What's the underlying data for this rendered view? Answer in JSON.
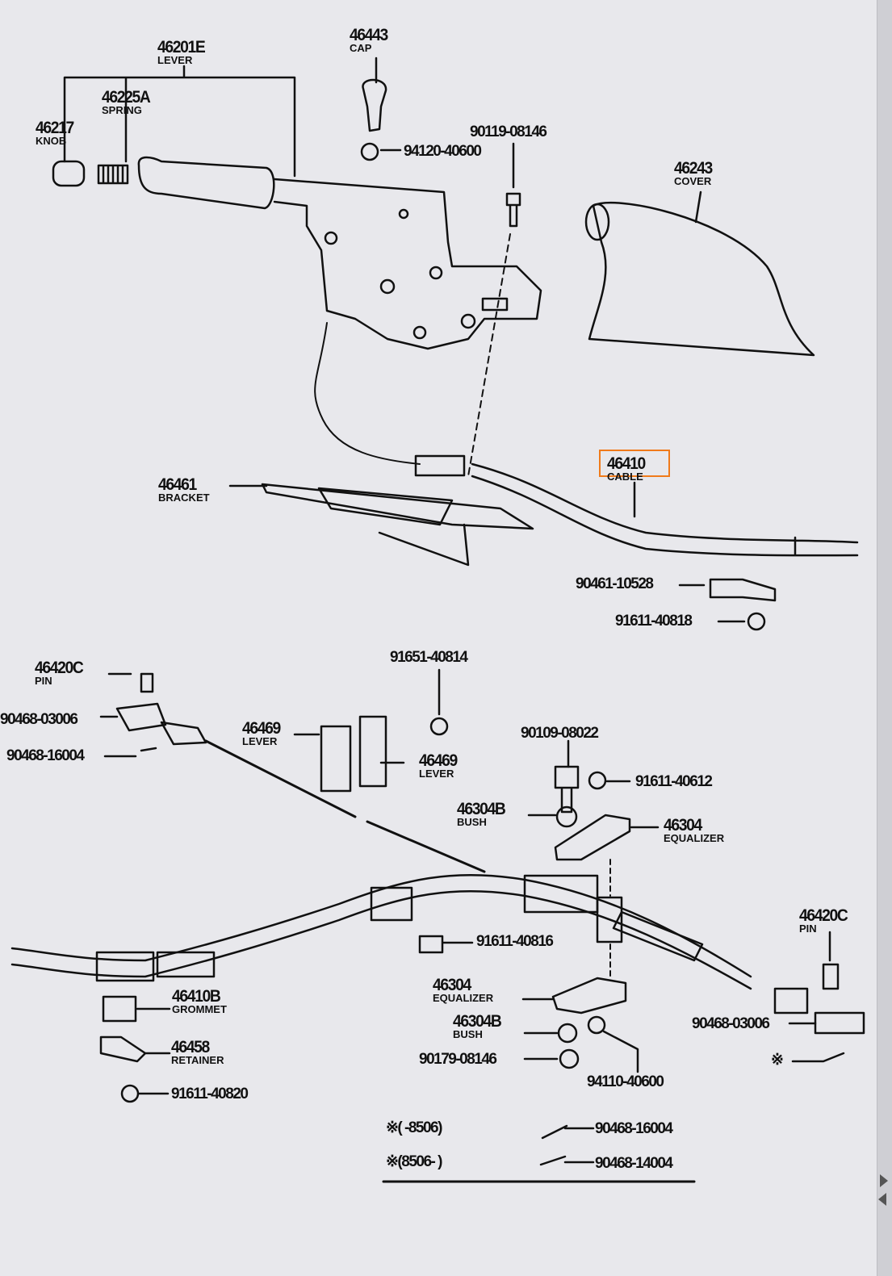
{
  "labels": [
    {
      "part": "46201E",
      "name": "LEVER"
    },
    {
      "part": "46225A",
      "name": "SPRING"
    },
    {
      "part": "46217",
      "name": "KNOB"
    },
    {
      "part": "46443",
      "name": "CAP"
    },
    {
      "part": "94120-40600",
      "marker": "N"
    },
    {
      "part": "90119-08146"
    },
    {
      "part": "46243",
      "name": "COVER"
    },
    {
      "part": "46410",
      "name": "CABLE"
    },
    {
      "part": "46461",
      "name": "BRACKET"
    },
    {
      "part": "90461-10528"
    },
    {
      "part": "91611-40818",
      "marker": "B"
    },
    {
      "part": "46420C",
      "name": "PIN"
    },
    {
      "part": "90468-03006"
    },
    {
      "part": "90468-16004"
    },
    {
      "part": "91651-40814",
      "marker": "B"
    },
    {
      "part": "46469",
      "name": "LEVER"
    },
    {
      "part": "46469",
      "name": "LEVER"
    },
    {
      "part": "90109-08022"
    },
    {
      "part": "91611-40612",
      "marker": "B"
    },
    {
      "part": "46304B",
      "name": "BUSH"
    },
    {
      "part": "46304",
      "name": "EQUALIZER"
    },
    {
      "part": "91611-40816"
    },
    {
      "part": "46420C",
      "name": "PIN"
    },
    {
      "part": "46410B",
      "name": "GROMMET"
    },
    {
      "part": "46304",
      "name": "EQUALIZER"
    },
    {
      "part": "46304B",
      "name": "BUSH"
    },
    {
      "part": "90468-03006"
    },
    {
      "part": "46458",
      "name": "RETAINER"
    },
    {
      "part": "90179-08146"
    },
    {
      "part": "94110-40600",
      "marker": "N"
    },
    {
      "part": "91611-40820",
      "marker": "B"
    },
    {
      "part": "※"
    }
  ],
  "legend": [
    {
      "range": "※(      -8506)",
      "part": "90468-16004"
    },
    {
      "range": "※(8506-      )",
      "part": "90468-14004"
    }
  ],
  "highlight": {
    "part": "46410",
    "color": "#f07a1a"
  }
}
